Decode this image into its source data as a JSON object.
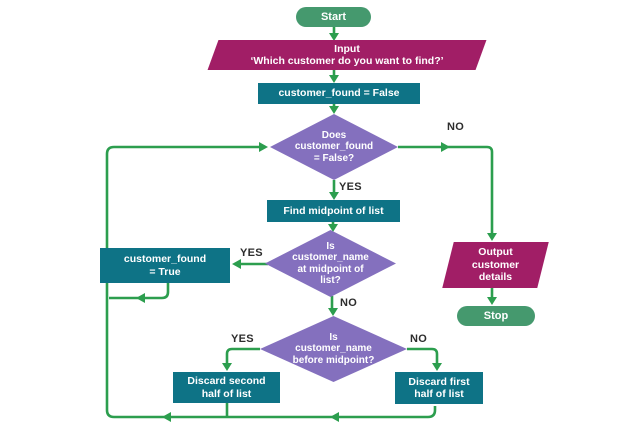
{
  "colors": {
    "terminator-green": "#45996E",
    "arrow-green": "#2C9E4E",
    "process-teal": "#0E7386",
    "decision-purple": "#8470BE",
    "io-magenta": "#A11E66",
    "label-dark": "#2D2D2D",
    "background": "#FFFFFF"
  },
  "nodes": {
    "start": {
      "type": "terminator",
      "text": "Start"
    },
    "input": {
      "type": "io",
      "text": "Input\n‘Which customer do you want to find?’"
    },
    "init_flag": {
      "type": "process",
      "text": "customer_found = False"
    },
    "decision_found": {
      "type": "decision",
      "text": "Does\ncustomer_found\n= False?"
    },
    "find_midpoint": {
      "type": "process",
      "text": "Find midpoint of list"
    },
    "decision_midpoint": {
      "type": "decision",
      "text": "Is\ncustomer_name\nat midpoint of\nlist?"
    },
    "set_true": {
      "type": "process",
      "text": "customer_found\n= True"
    },
    "decision_before": {
      "type": "decision",
      "text": "Is\ncustomer_name\nbefore midpoint?"
    },
    "discard_second": {
      "type": "process",
      "text": "Discard second\nhalf of list"
    },
    "discard_first": {
      "type": "process",
      "text": "Discard first\nhalf of list"
    },
    "output": {
      "type": "io",
      "text": "Output\ncustomer\ndetails"
    },
    "stop": {
      "type": "terminator",
      "text": "Stop"
    }
  },
  "labels": {
    "decision_found_no": "NO",
    "decision_found_yes": "YES",
    "decision_midpoint_yes": "YES",
    "decision_midpoint_no": "NO",
    "decision_before_yes": "YES",
    "decision_before_no": "NO"
  }
}
